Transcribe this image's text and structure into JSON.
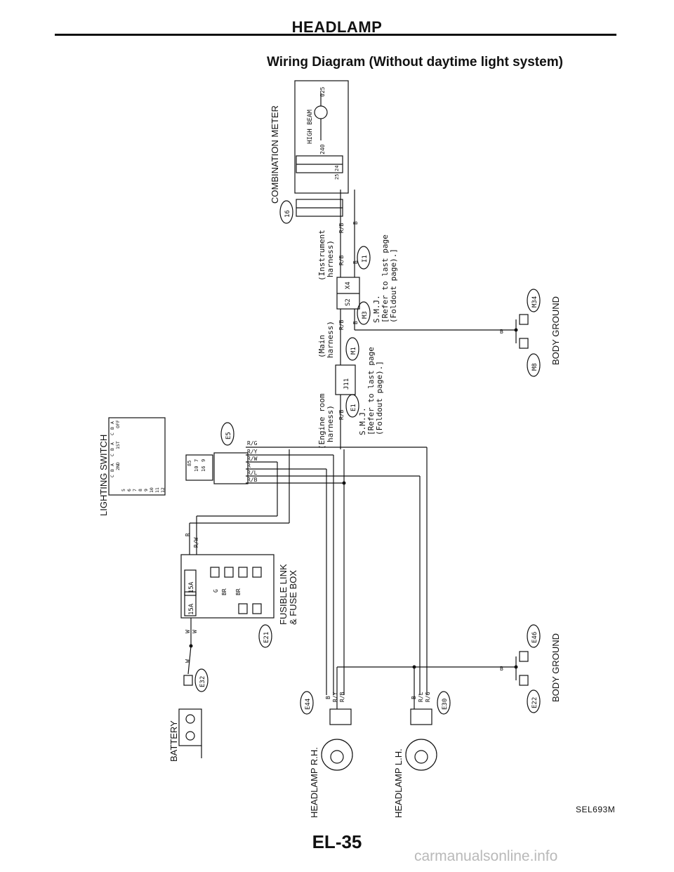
{
  "header": {
    "title": "HEADLAMP"
  },
  "diagram": {
    "subtitle": "Wiring Diagram (Without daytime light system)",
    "page_number": "EL-35",
    "figure_code": "SEL693M"
  },
  "components": {
    "combination_meter": "COMBINATION METER",
    "high_beam": "HIGH BEAM",
    "lighting_switch": "LIGHTING SWITCH",
    "fusible_link": "FUSIBLE LINK",
    "fuse_box": "& FUSE BOX",
    "battery": "BATTERY",
    "headlamp_rh": "HEADLAMP R.H.",
    "headlamp_lh": "HEADLAMP L.H.",
    "body_ground_upper": "BODY GROUND",
    "body_ground_lower": "BODY GROUND"
  },
  "harness_notes": {
    "instrument_harness": [
      "(Instrument",
      "harness)"
    ],
    "main_harness": [
      "(Main",
      "harness)"
    ],
    "engine_room_harness": [
      "(Engine room",
      "harness)"
    ],
    "smj_upper": [
      "S.M.J.",
      "[Refer to last page",
      "(Foldout page).]"
    ],
    "smj_lower": [
      "S.M.J.",
      "[Refer to last page",
      "(Foldout page).]"
    ]
  },
  "connectors": {
    "i6": "16",
    "e5": "E5",
    "e21": "E21",
    "e32": "E32",
    "e44": "E44",
    "e30": "E30",
    "e22": "E22",
    "e46": "E46",
    "m8": "M8",
    "m34": "M34",
    "m1": "M1",
    "m3": "M3",
    "i1": "I1",
    "e1": "E1",
    "j11": "J11",
    "x4": "X4",
    "s2": "S2"
  },
  "pins": {
    "p24": "24",
    "p25": "25",
    "p240": "240",
    "p025": "025",
    "p85": "85",
    "p7": "7",
    "p10": "10",
    "p9": "9",
    "p16": "16"
  },
  "fuses": {
    "f1": "15A",
    "f2": "15A"
  },
  "wire_colors": {
    "rb": "R/B",
    "b": "B",
    "rg": "R/G",
    "ry": "R/Y",
    "rw": "R/W",
    "r": "R",
    "rl": "R/L",
    "w": "W",
    "g": "G",
    "br": "BR"
  },
  "switch_table": {
    "header_top": [
      "OFF",
      "1ST",
      "2ND"
    ],
    "header_sub": [
      "A",
      "B",
      "C",
      "A",
      "B",
      "C",
      "A",
      "B",
      "C"
    ],
    "rows": [
      "5",
      "6",
      "7",
      "8",
      "9",
      "10",
      "11",
      "12"
    ]
  },
  "watermark": "carmanualsonline.info"
}
